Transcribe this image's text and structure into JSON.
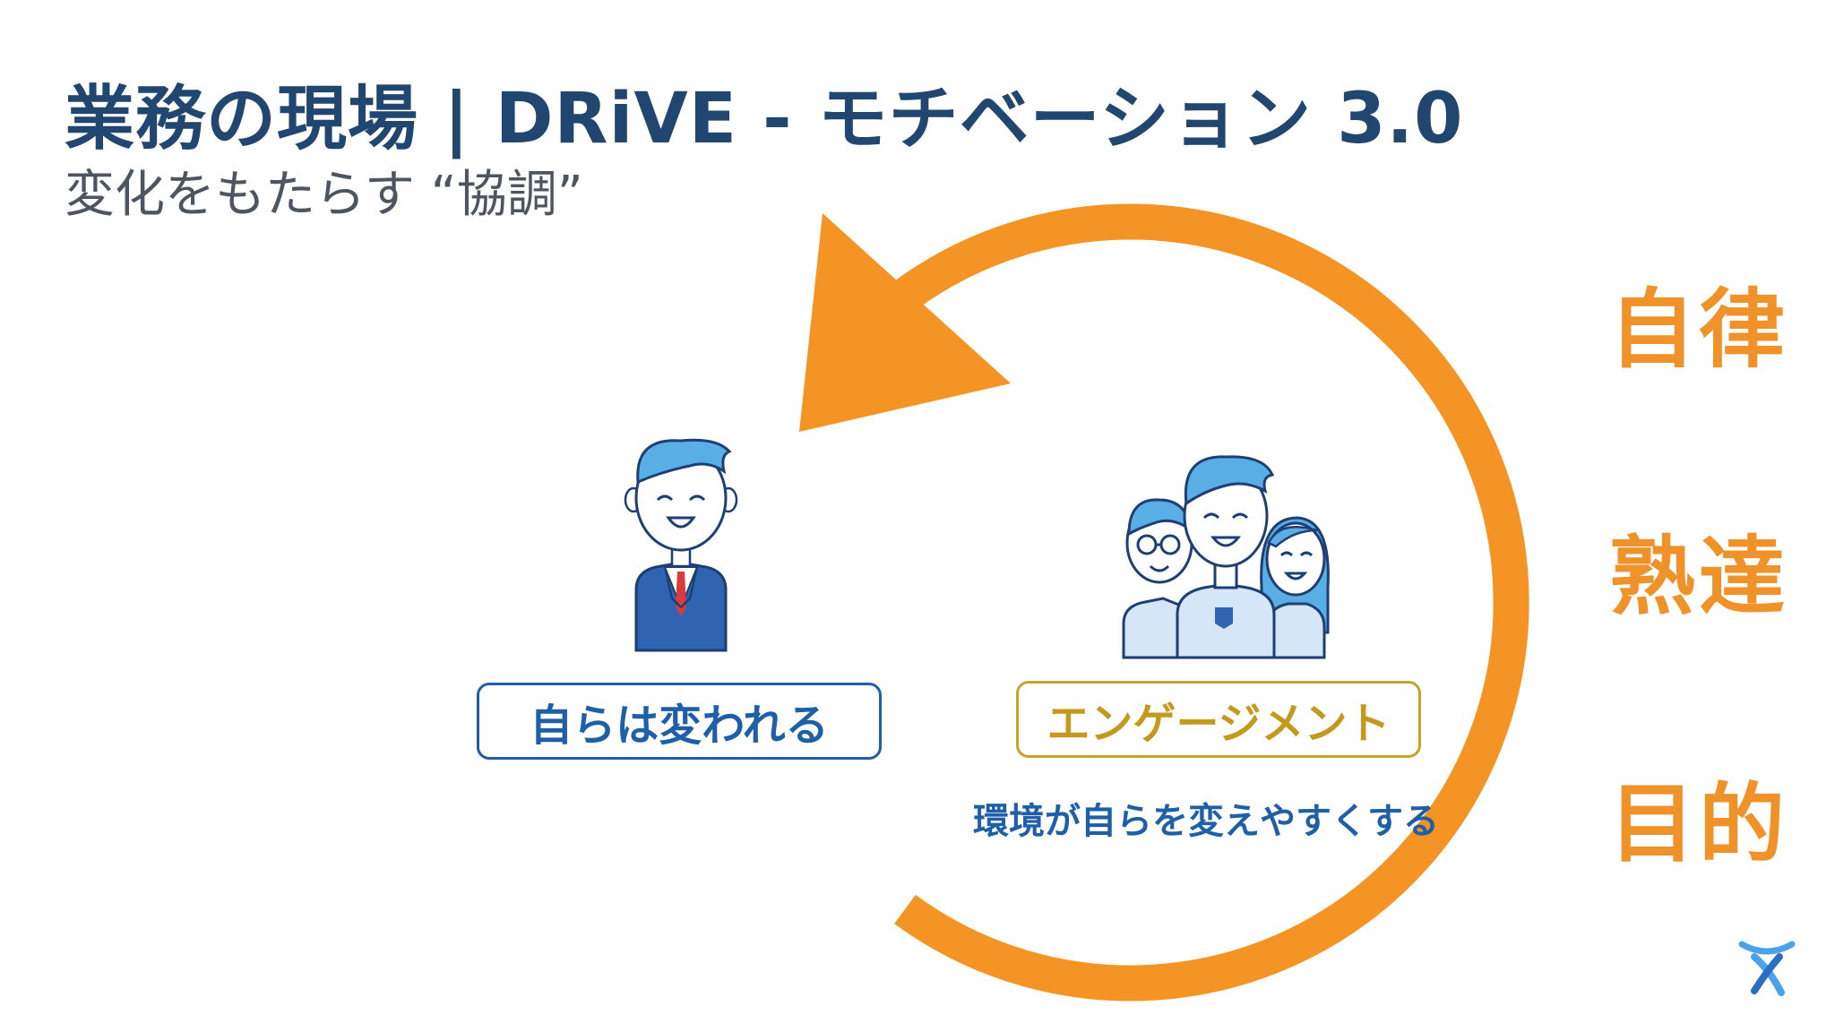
{
  "slide": {
    "title": "業務の現場 | DRiVE - モチベーション 3.0",
    "subtitle": "変化をもたらす “協調”"
  },
  "pillars": [
    "自律",
    "熟達",
    "目的"
  ],
  "labels": {
    "self_change": "自らは変われる",
    "engagement": "エンゲージメント",
    "environment": "環境が自らを変えやすくする"
  },
  "icons": {
    "businessman": "businessman-icon",
    "team": "team-icon",
    "arrow": "cycle-arrow",
    "logo": "atlassian-logo-icon"
  },
  "colors": {
    "title": "#21466f",
    "accent_orange": "#f0922a",
    "blue": "#1e5fa8",
    "gold": "#c9a227"
  }
}
